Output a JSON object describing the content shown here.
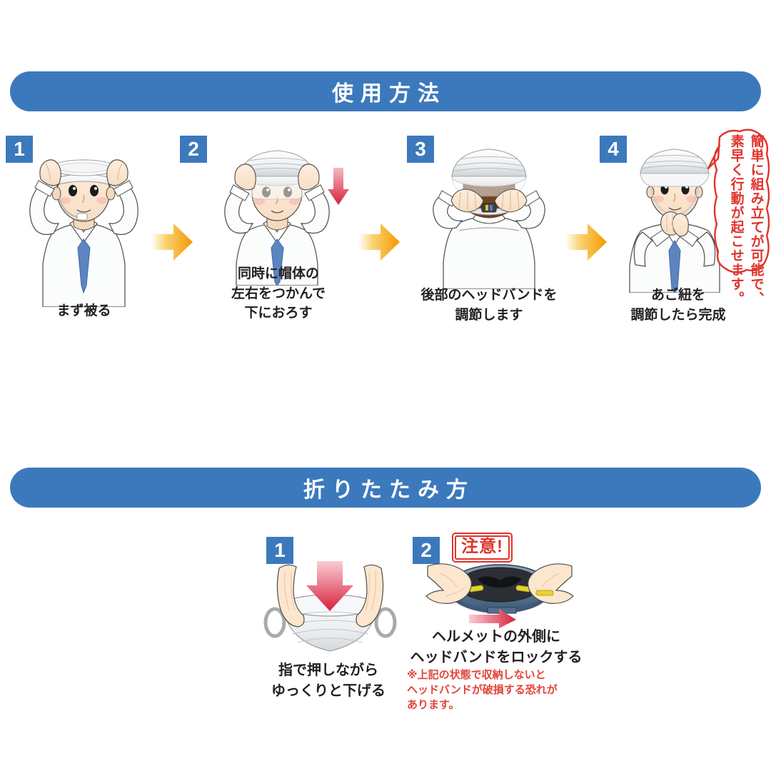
{
  "sections": [
    {
      "id": "usage",
      "banner_label": "使用方法",
      "steps": [
        {
          "number": "1",
          "caption": "まず被る",
          "illustration": "man-putting-on-helmet"
        },
        {
          "number": "2",
          "caption": "同時に帽体の\n左右をつかんで\n下におろす",
          "illustration": "man-pressing-helmet-sides"
        },
        {
          "number": "3",
          "caption": "後部のヘッドバンドを\n調節します",
          "illustration": "man-back-adjusting-headband"
        },
        {
          "number": "4",
          "caption": "あご紐を\n調節したら完成",
          "illustration": "man-fastening-chin-strap"
        }
      ],
      "balloon": {
        "line_right": "簡単に組み立てが可能で、",
        "line_left": "素早く行動が起こせます。"
      }
    },
    {
      "id": "folding",
      "banner_label": "折りたたみ方",
      "steps": [
        {
          "number": "1",
          "caption": "指で押しながら\nゆっくりと下げる",
          "illustration": "hands-pressing-helmet-down"
        },
        {
          "number": "2",
          "caption": "ヘルメットの外側に\nヘッドバンドをロックする",
          "illustration": "hands-locking-headband"
        }
      ],
      "caution_label": "注意!",
      "warning_note": "※上記の状態で収納しないと\n  ヘッドバンドが破損する恐れが\n  あります。"
    }
  ],
  "icons": {
    "arrow_right": "arrow-right-icon",
    "arrow_down_red": "arrow-down-red-icon",
    "arrow_right_red": "arrow-right-red-icon"
  },
  "colors": {
    "banner_blue": "#3c79bc",
    "badge_blue": "#3c79bc",
    "arrow_orange": "#f5a300",
    "accent_red": "#e0332c",
    "caption_black": "#231f20",
    "background": "#ffffff"
  }
}
